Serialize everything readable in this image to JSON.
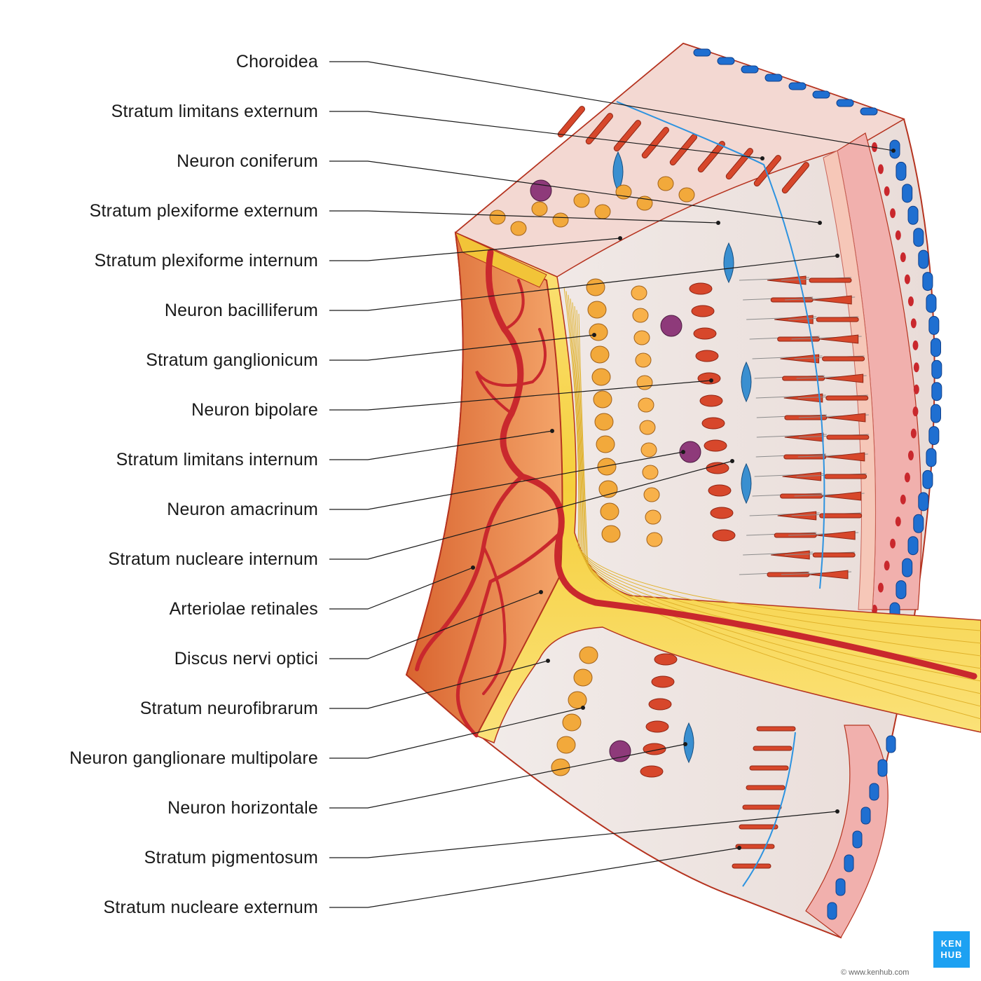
{
  "labels": [
    "Choroidea",
    "Stratum limitans externum",
    "Neuron coniferum",
    "Stratum plexiforme externum",
    "Stratum plexiforme internum",
    "Neuron bacilliferum",
    "Stratum ganglionicum",
    "Neuron bipolare",
    "Stratum limitans internum",
    "Neuron amacrinum",
    "Stratum nucleare internum",
    "Arteriolae retinales",
    "Discus nervi optici",
    "Stratum neurofibrarum",
    "Neuron ganglionare multipolare",
    "Neuron horizontale",
    "Stratum pigmentosum",
    "Stratum nucleare externum"
  ],
  "brand": {
    "logo_line1": "KEN",
    "logo_line2": "HUB",
    "website": "© www.kenhub.com"
  },
  "colors": {
    "choroid_blue": "#1f6fd1",
    "vessel_red": "#c9282d",
    "nerve_yellow": "#f7d74a",
    "cone_red": "#d7472b",
    "ganglion_orange": "#f2a93b",
    "bipolar_blue": "#3a8fd0",
    "amacrine_purple": "#8e3a7a",
    "logo_blue": "#1da1f2"
  }
}
